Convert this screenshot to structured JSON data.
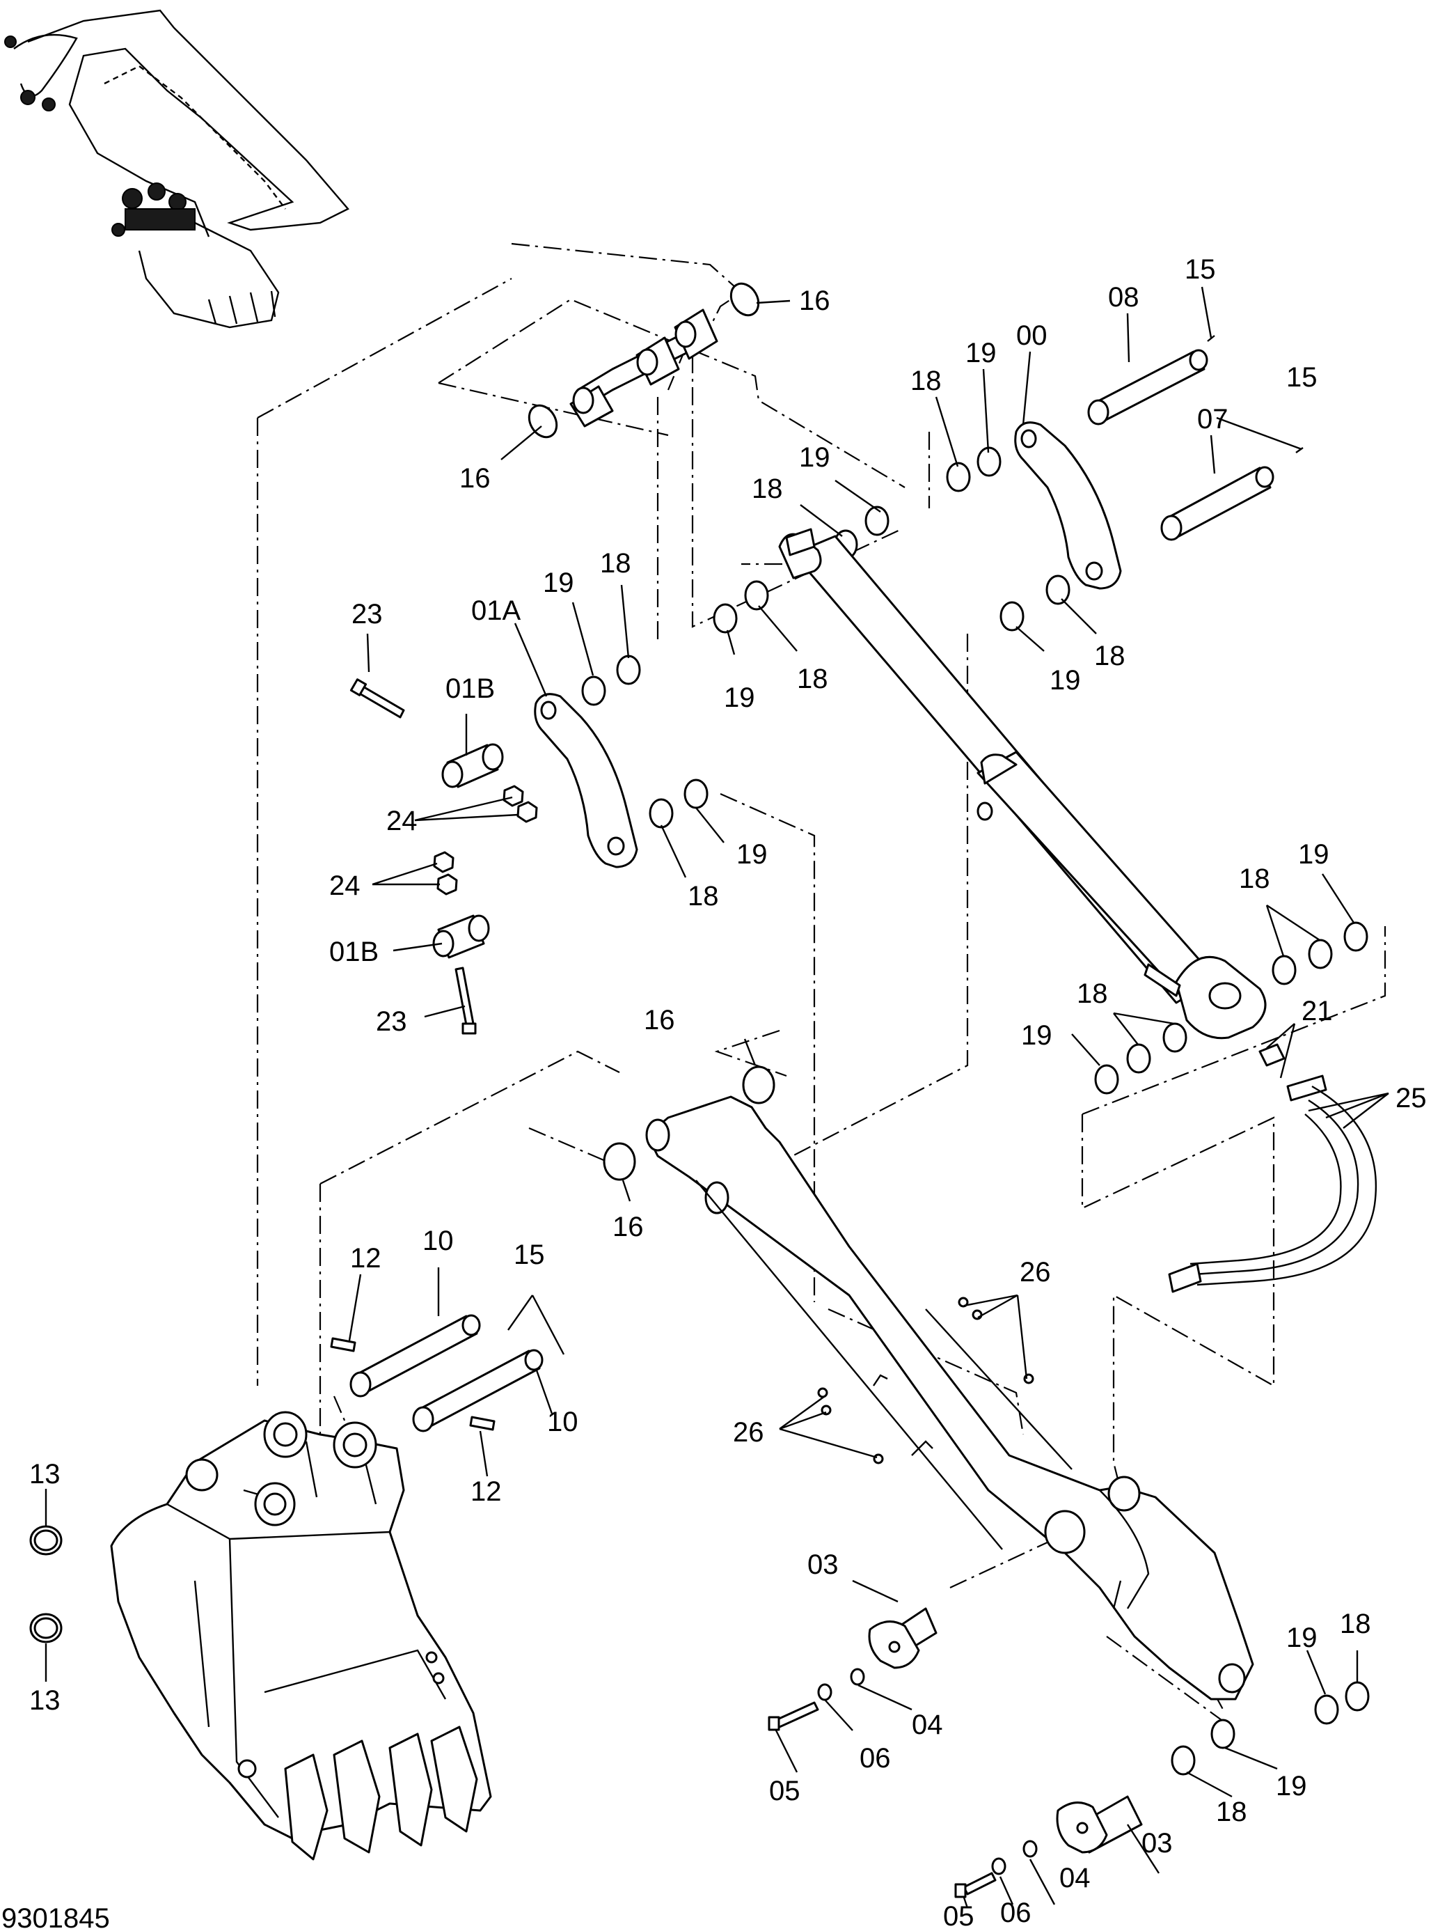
{
  "drawing_number": "9301845",
  "callouts": {
    "c16_top_right": "16",
    "c16_top_left": "16",
    "c16_mid_top": "16",
    "c16_mid_bottom": "16",
    "c08": "08",
    "c15_top": "15",
    "c15_mid": "15",
    "c15_left": "15",
    "c00": "00",
    "c19_link_r": "19",
    "c18_link_r": "18",
    "c07": "07",
    "c19_upper": "19",
    "c18_upper": "18",
    "c19_cyl_l": "19",
    "c18_cyl_l": "18",
    "c19_link_r_low": "19",
    "c18_link_r_low": "18",
    "c23_top": "23",
    "c01A": "01A",
    "c19_link_l": "19",
    "c18_link_l": "18",
    "c01B_top": "01B",
    "c24_top": "24",
    "c19_link_l_low": "19",
    "c18_link_l_low": "18",
    "c24_bottom": "24",
    "c01B_bottom": "01B",
    "c23_bottom": "23",
    "c18_cyl_r": "18",
    "c19_cyl_r": "19",
    "c21": "21",
    "c18_cyl_r_low": "18",
    "c19_cyl_r_low": "19",
    "c25": "25",
    "c12_top": "12",
    "c10_top": "10",
    "c10_bottom": "10",
    "c12_bottom": "12",
    "c13_top": "13",
    "c13_bottom": "13",
    "c26_top": "26",
    "c26_bottom": "26",
    "c03_top": "03",
    "c04_top": "04",
    "c06_top": "06",
    "c05_top": "05",
    "c19_boom_r": "19",
    "c18_boom_r": "18",
    "c19_boom_r_low": "19",
    "c18_boom_r_low": "18",
    "c03_bottom": "03",
    "c04_bottom": "04",
    "c06_bottom": "06",
    "c05_bottom": "05"
  }
}
